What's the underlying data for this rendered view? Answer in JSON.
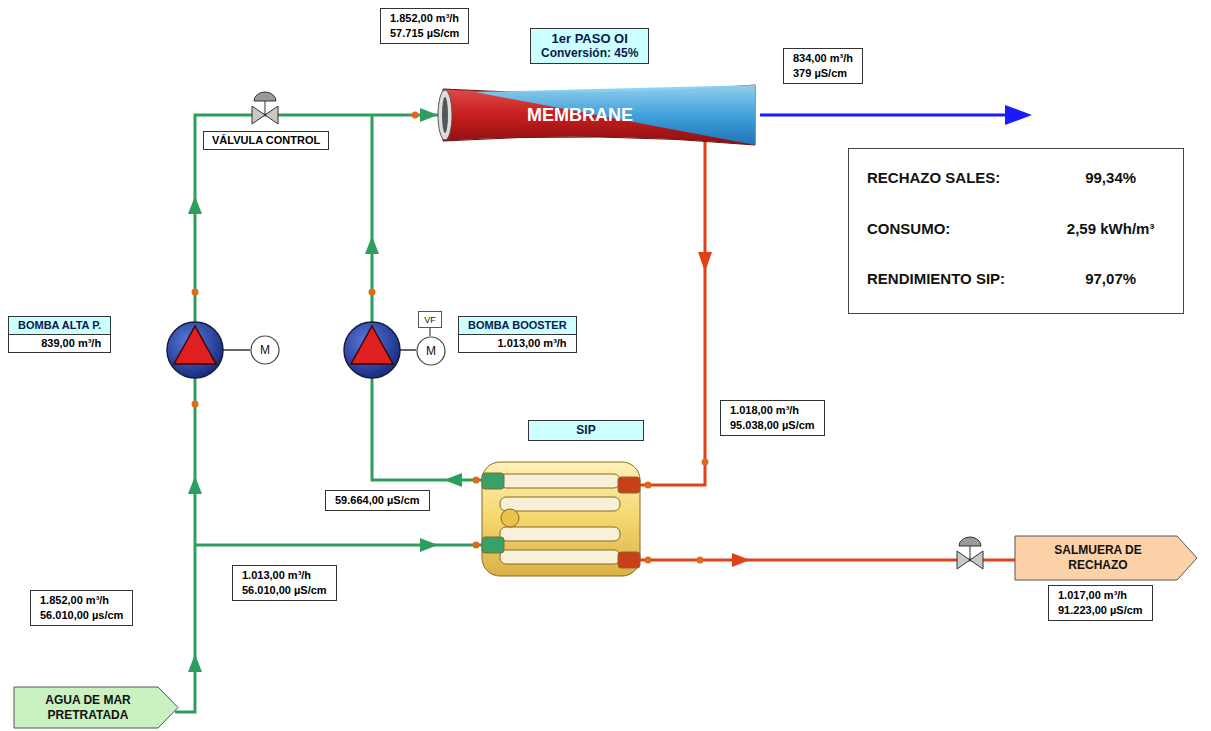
{
  "diagram": {
    "nodes": [
      {
        "text": [
          "1.852,00 m³/h",
          "57.715 µS/cm"
        ]
      },
      {
        "text": [
          "1er PASO OI",
          "Conversión: 45%"
        ]
      },
      {
        "text": [
          "834,00 m³/h",
          "379 µS/cm"
        ]
      },
      {
        "text": [
          "MEMBRANE"
        ]
      },
      {
        "text": [
          "VÁLVULA CONTROL"
        ]
      },
      {
        "text": [
          "RECHAZO SALES:",
          "99,34%",
          "CONSUMO:",
          "2,59 kWh/m³",
          "RENDIMIENTO SIP:",
          "97,07%"
        ]
      },
      {
        "text": [
          "BOMBA ALTA P.",
          "839,00 m³/h"
        ]
      },
      {
        "text": [
          "M"
        ]
      },
      {
        "text": [
          "VF"
        ]
      },
      {
        "text": [
          "M"
        ]
      },
      {
        "text": [
          "BOMBA BOOSTER",
          "1.013,00 m³/h"
        ]
      },
      {
        "text": [
          "1.018,00 m³/h",
          "95.038,00 µS/cm"
        ]
      },
      {
        "text": [
          "SIP"
        ]
      },
      {
        "text": [
          "59.664,00 µS/cm"
        ]
      },
      {
        "text": [
          "1.013,00 m³/h",
          "56.010,00 µS/cm"
        ]
      },
      {
        "text": [
          "1.852,00 m³/h",
          "56.010,00 µs/cm"
        ]
      },
      {
        "text": [
          "SALMUERA DE RECHAZO"
        ]
      },
      {
        "text": [
          "1.017,00 m³/h",
          "91.223,00 µS/cm"
        ]
      },
      {
        "text": [
          "AGUA DE MAR PRETRATADA"
        ]
      }
    ],
    "edges": [
      {
        "from": 8,
        "to": 9,
        "arrow": "none"
      }
    ]
  }
}
